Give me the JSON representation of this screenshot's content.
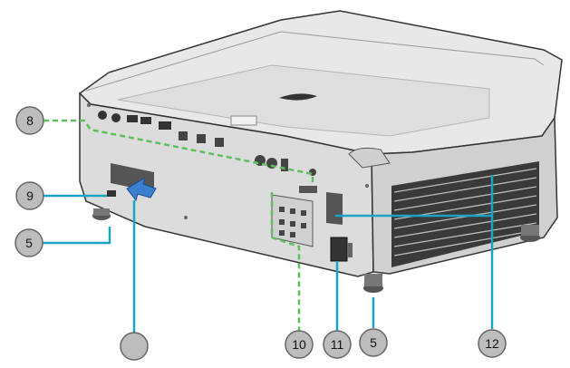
{
  "callouts": [
    {
      "id": "c8",
      "label": "8"
    },
    {
      "id": "c9",
      "label": "9"
    },
    {
      "id": "c5a",
      "label": "5"
    },
    {
      "id": "c-blank",
      "label": ""
    },
    {
      "id": "c10",
      "label": "10"
    },
    {
      "id": "c11",
      "label": "11"
    },
    {
      "id": "c5b",
      "label": "5"
    },
    {
      "id": "c12",
      "label": "12"
    }
  ],
  "colors": {
    "leader_solid": "#1aa3c6",
    "leader_dashed": "#5cc05c",
    "callout_fill": "#bdbdbd",
    "callout_stroke": "#666666",
    "projector_body": "#e4e4e4",
    "projector_outline": "#333333",
    "arrow": "#3a7fd0"
  }
}
